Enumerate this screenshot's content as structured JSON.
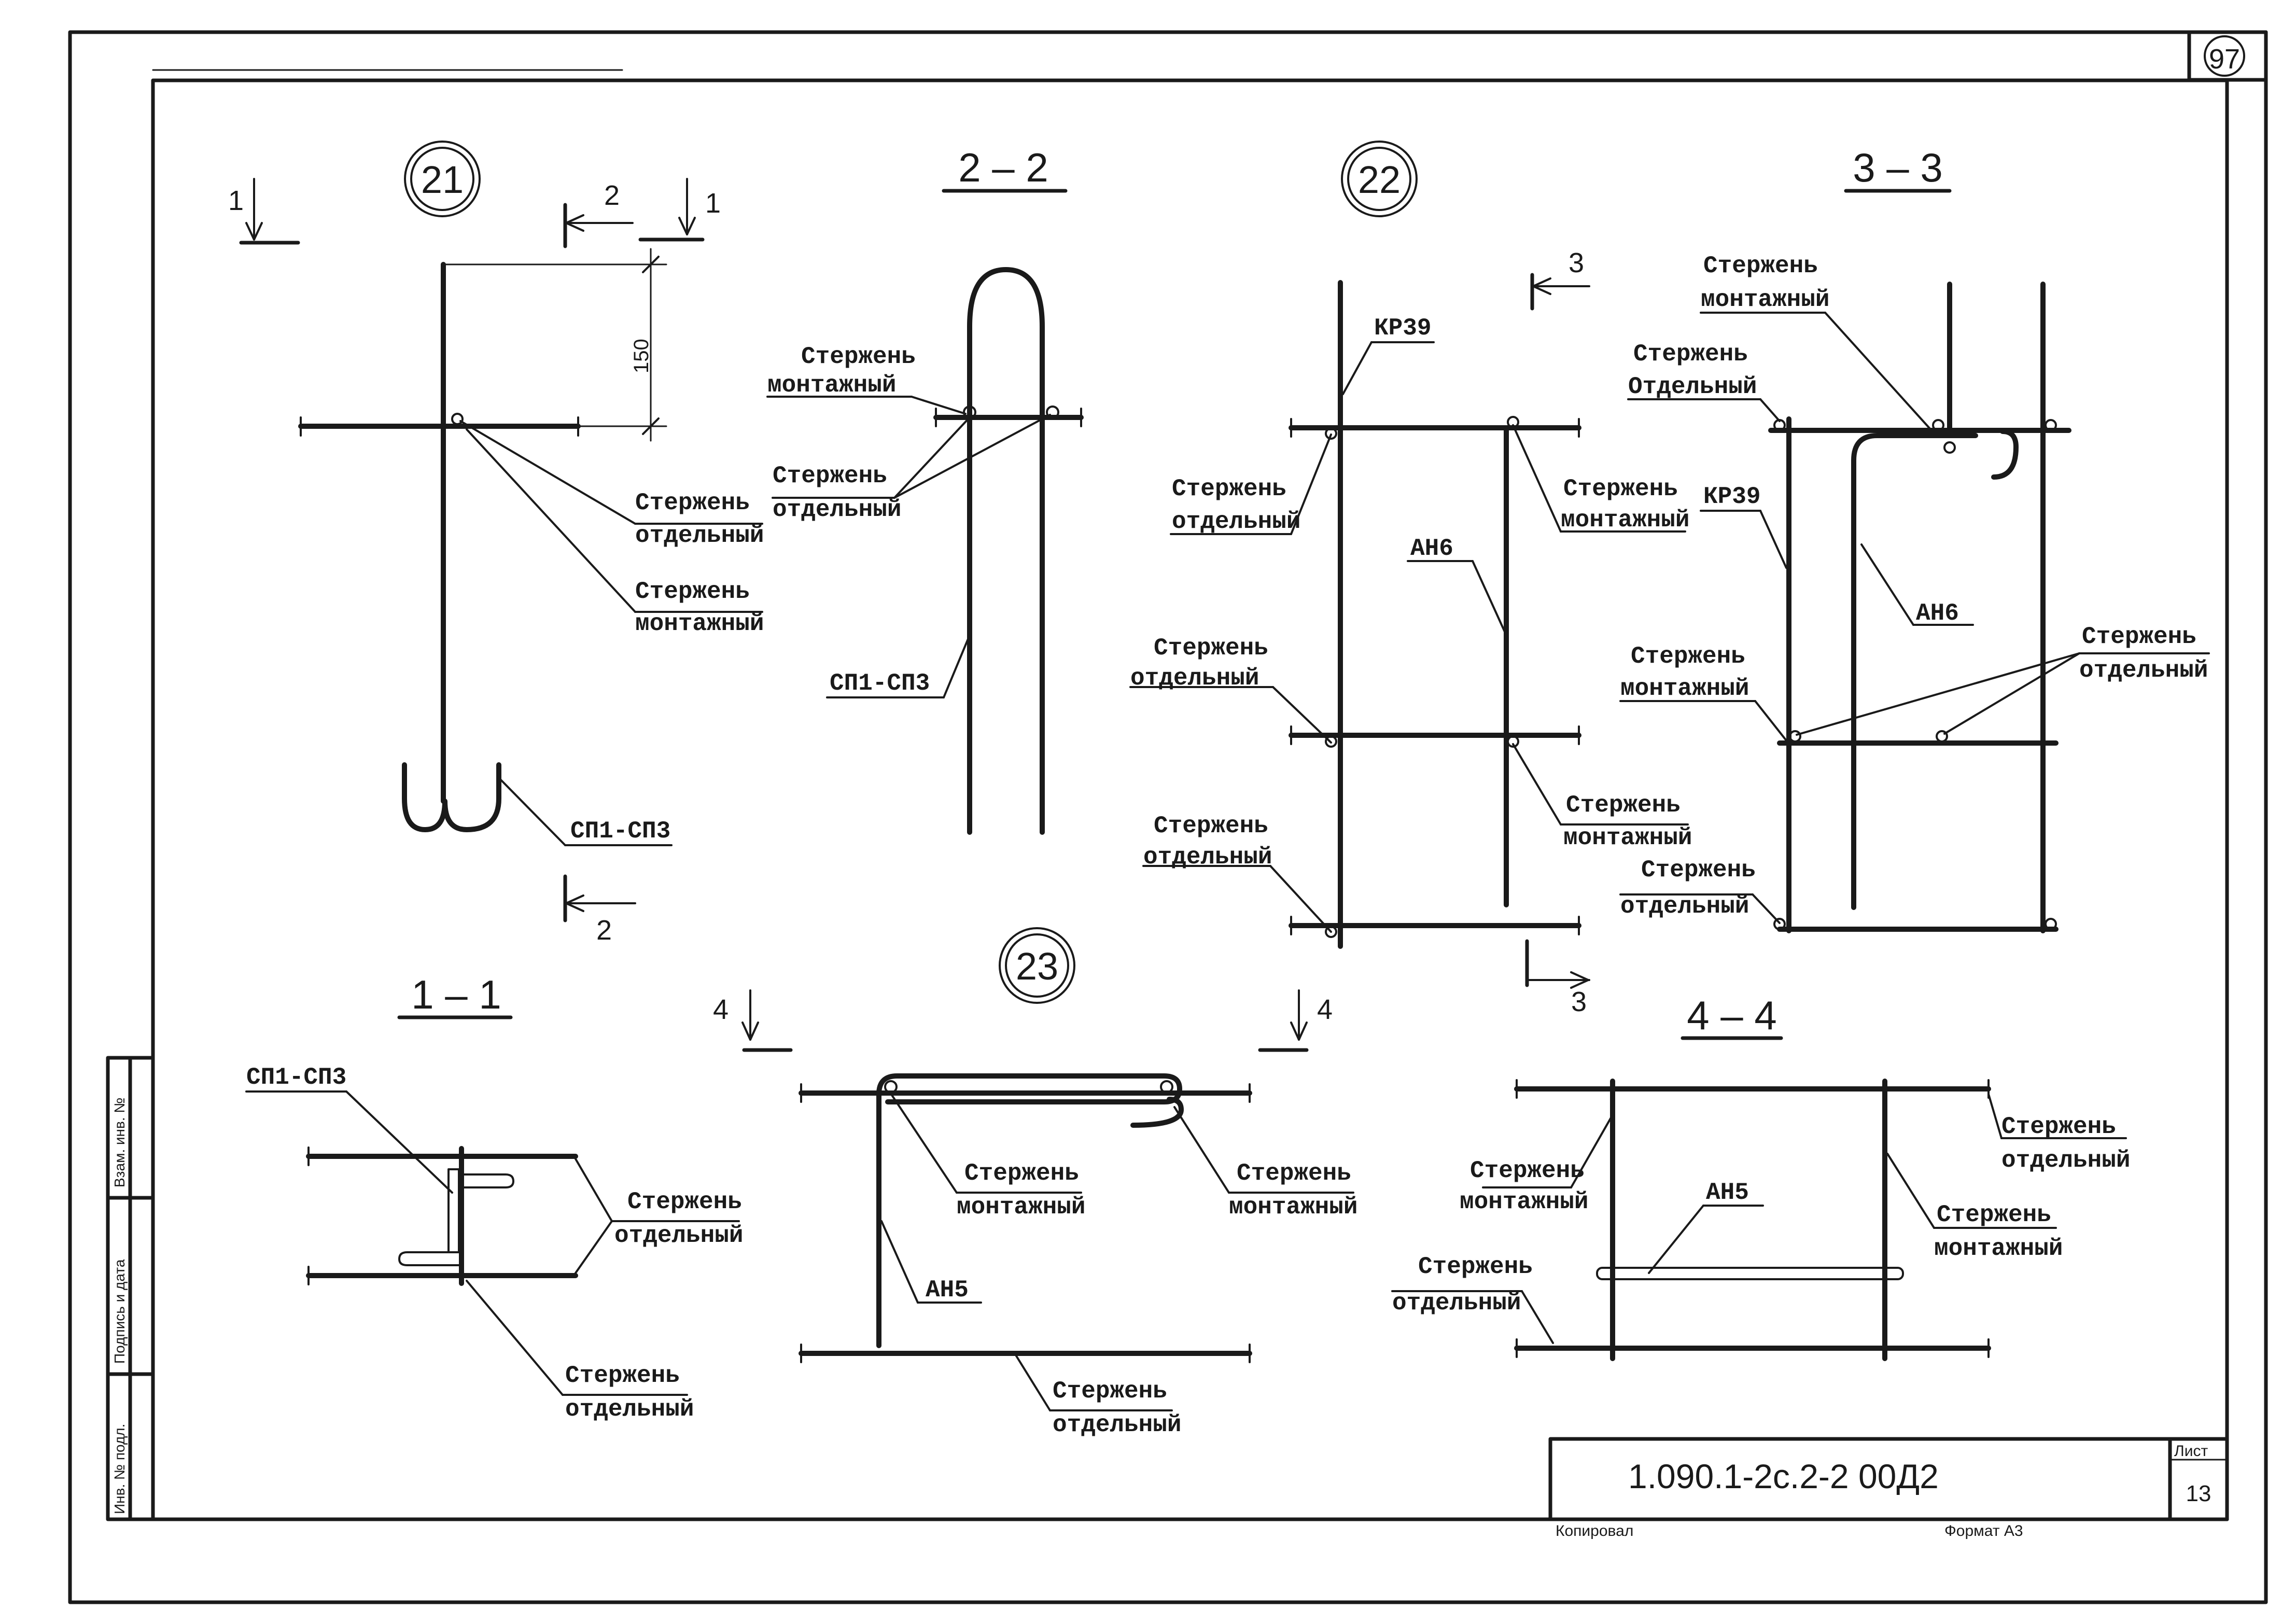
{
  "sheet": {
    "page_number": "97",
    "document_code": "1.090.1-2с.2-2  00Д2",
    "sheet_label": "Лист",
    "sheet_number": "13",
    "copied_label": "Копировал",
    "format_label": "Формат А3",
    "side_stamp": {
      "inv_original": "Инв. № подл.",
      "signature_date": "Подпись и дата",
      "replaces_inv": "Взам. инв. №"
    }
  },
  "nodes": {
    "n21": "21",
    "n22": "22",
    "n23": "23"
  },
  "sections": {
    "s22": "2 – 2",
    "s33": "3 – 3",
    "s11": "1 – 1",
    "s44": "4 – 4"
  },
  "cut_marks": {
    "m1": "1",
    "m2": "2",
    "m3": "3",
    "m4": "4"
  },
  "dimension_150": "150",
  "labels": {
    "line1_rod": "Стержень",
    "separate": "отдельный",
    "separate_cap": "Отдельный",
    "mounting": "монтажный",
    "sp1_sp3": "СП1-СП3",
    "kr39": "КР39",
    "an6": "АН6",
    "an5": "АН5"
  }
}
